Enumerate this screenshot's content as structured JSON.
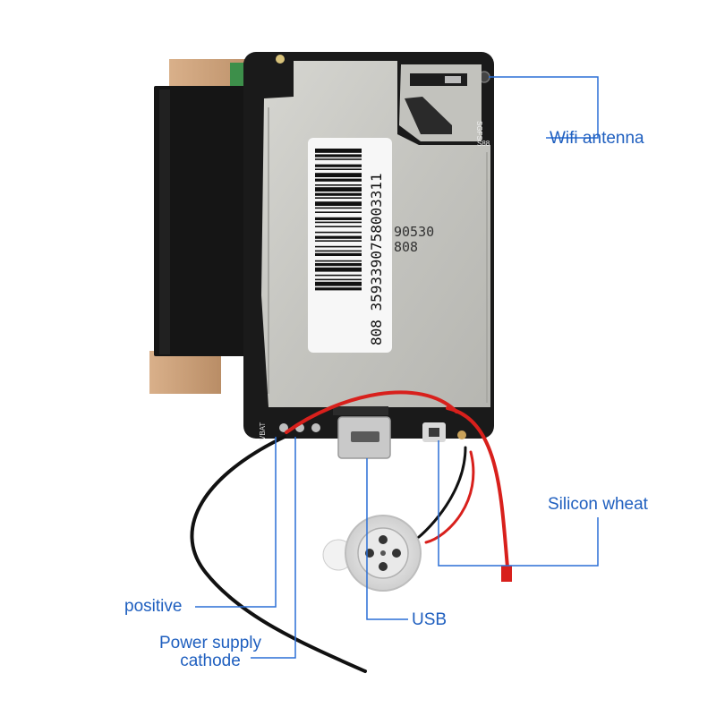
{
  "annotations": {
    "wifi_antenna": "Wifi antenna",
    "silicon_wheat": "Silicon wheat",
    "positive": "positive",
    "power_supply_line1": "Power supply",
    "power_supply_line2": "cathode",
    "usb": "USB"
  },
  "board": {
    "barcode_number": "808 3593390758003311",
    "chip_marking_line1": "90530",
    "chip_marking_line2": "808",
    "pin_label_vbat": "VBAT",
    "sim_marking": "SGFS",
    "sim_marking_2": "S88"
  },
  "colors": {
    "label_blue": "#1f5fbf",
    "leader_line_blue": "#2a6fd6",
    "pcb_black": "#1a1a1a",
    "shield_grey": "#c9c9c4",
    "wire_red": "#d8201c",
    "wire_black": "#111111",
    "antenna_copper": "#caa07a"
  }
}
